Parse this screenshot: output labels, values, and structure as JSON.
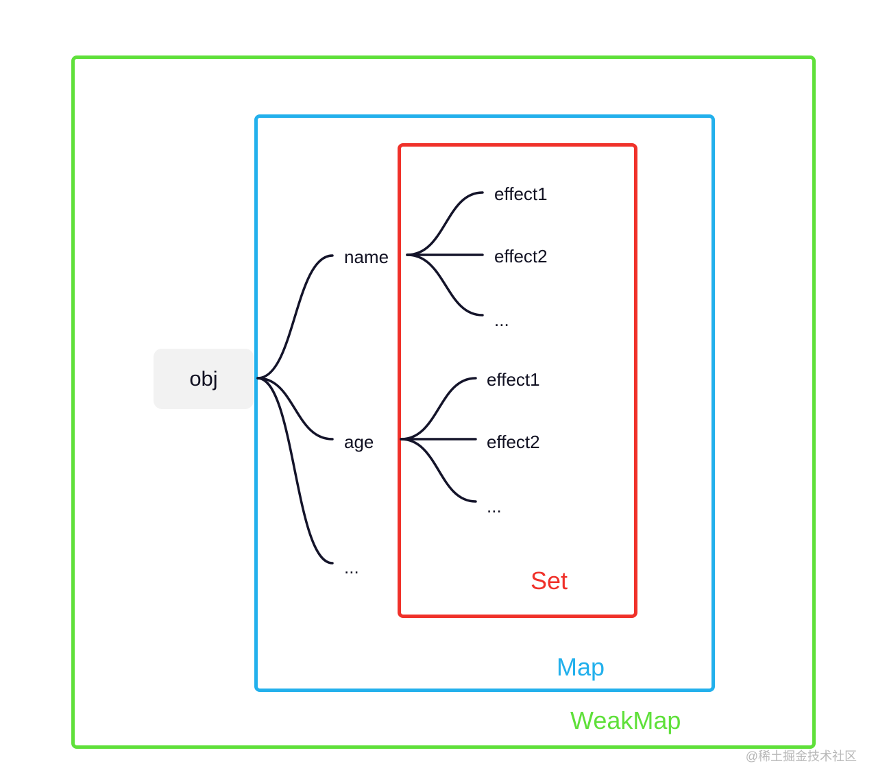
{
  "containers": {
    "weakmap": {
      "label": "WeakMap",
      "color": "#5fe03a"
    },
    "map": {
      "label": "Map",
      "color": "#22b0ec"
    },
    "set": {
      "label": "Set",
      "color": "#f0312a"
    }
  },
  "root": {
    "label": "obj"
  },
  "keys": [
    {
      "label": "name",
      "effects": [
        "effect1",
        "effect2",
        "..."
      ]
    },
    {
      "label": "age",
      "effects": [
        "effect1",
        "effect2",
        "..."
      ]
    },
    {
      "label": "..."
    }
  ],
  "watermark": "@稀土掘金技术社区",
  "connector_color": "#14142a"
}
